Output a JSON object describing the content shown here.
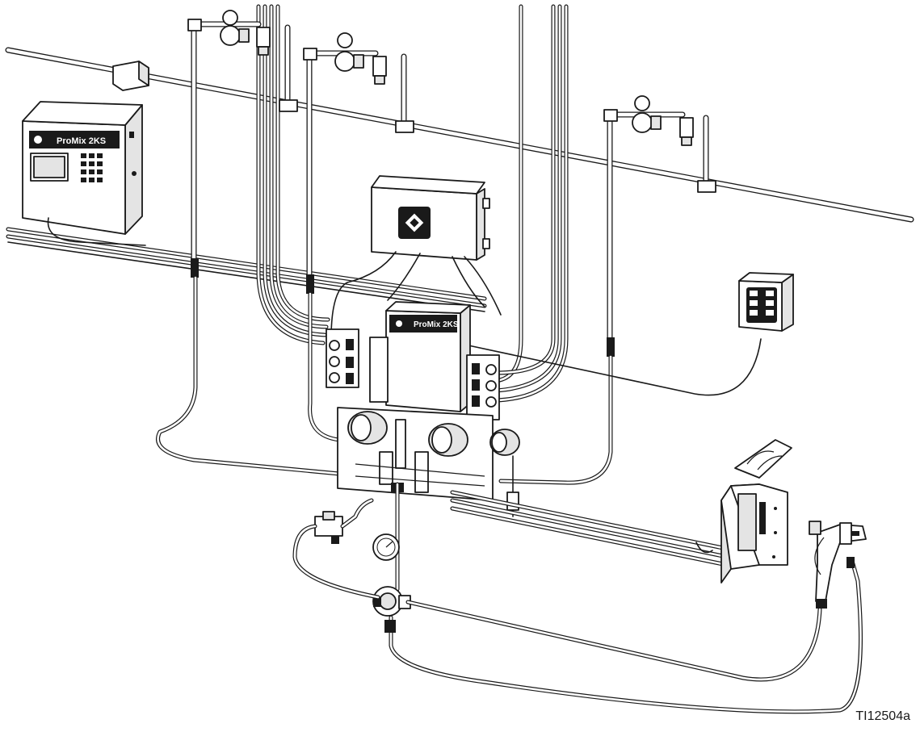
{
  "figure": {
    "id_label": "TI12504a"
  },
  "components": {
    "display_module_label": "ProMix 2KS",
    "fluid_station_label": "ProMix 2KS",
    "logo_icon": "graco-logo-icon"
  },
  "colors": {
    "line": "#1a1a1a",
    "fill": "#ffffff",
    "shade": "#e4e4e4"
  }
}
